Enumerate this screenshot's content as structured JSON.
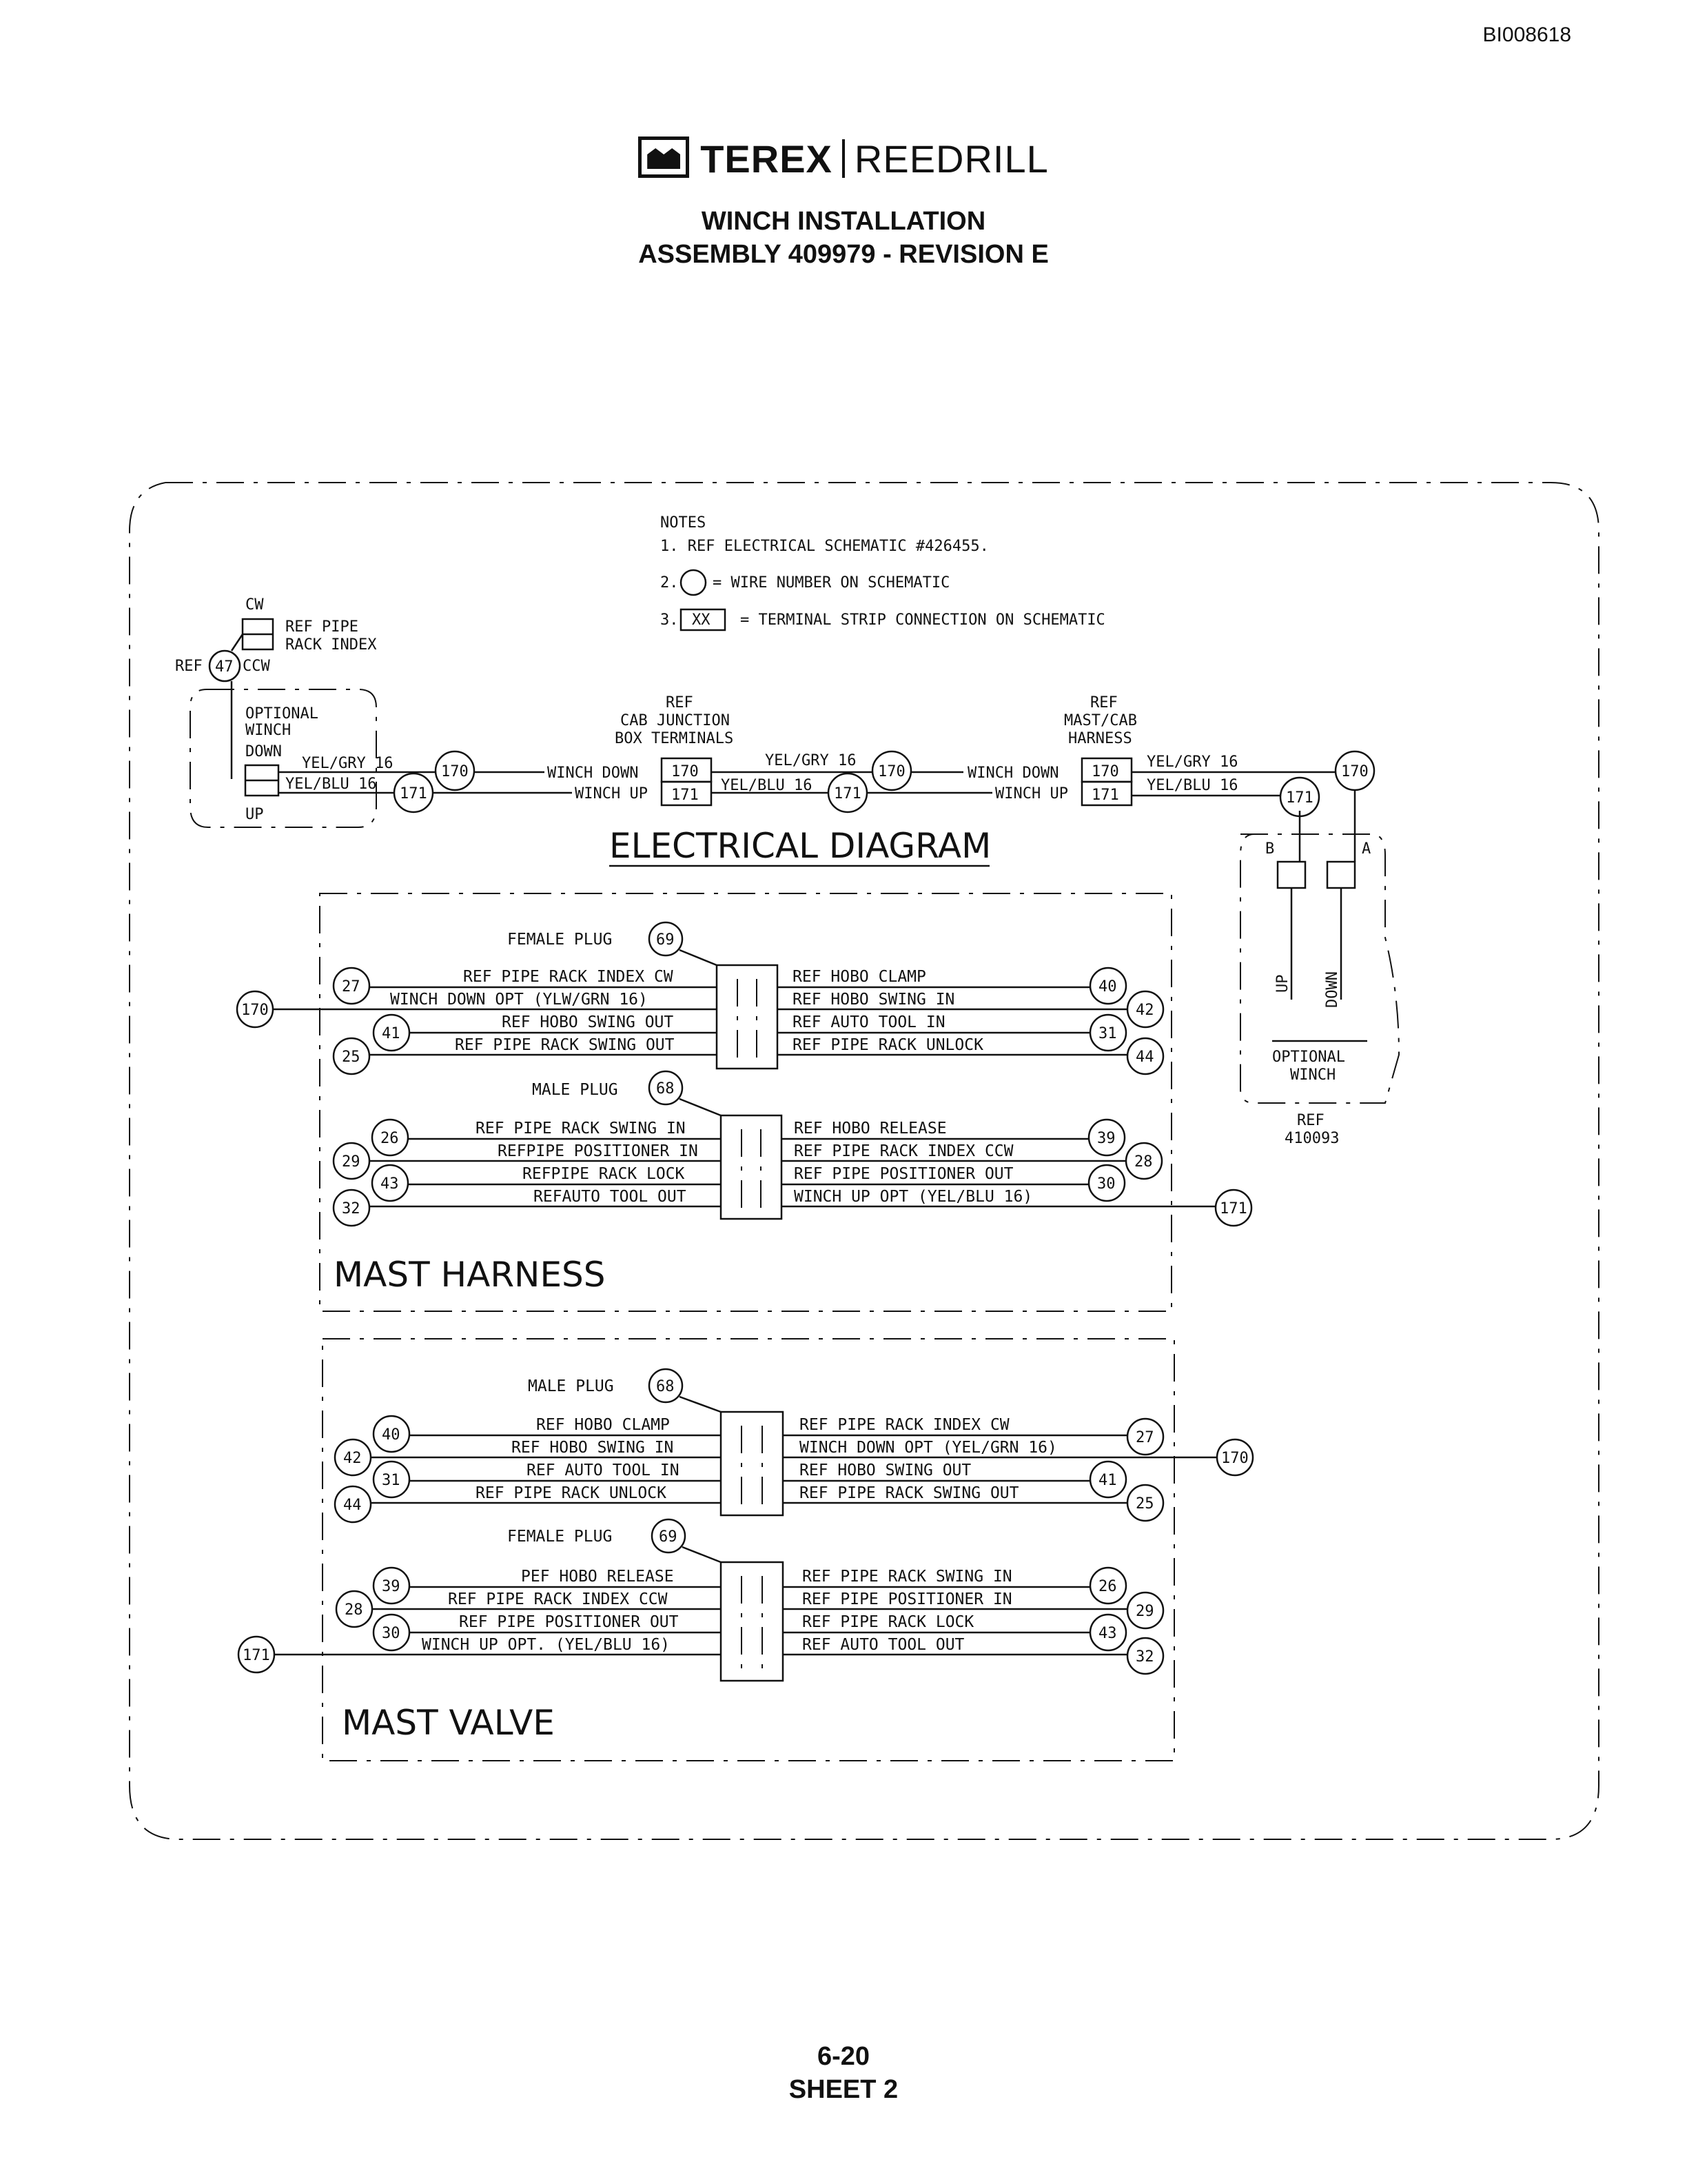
{
  "doc_id": "BI008618",
  "brand": {
    "left": "TEREX",
    "right": "REEDRILL"
  },
  "title": {
    "line1": "WINCH INSTALLATION",
    "line2": "ASSEMBLY 409979 - REVISION E"
  },
  "notes": {
    "heading": "NOTES",
    "n1": "1. REF ELECTRICAL SCHEMATIC #426455.",
    "n2_num": "2.",
    "n2": "= WIRE NUMBER ON SCHEMATIC",
    "n3_num": "3.",
    "n3_box": "XX",
    "n3": "= TERMINAL STRIP CONNECTION ON SCHEMATIC"
  },
  "switch": {
    "cw": "CW",
    "ref_pipe": "REF PIPE",
    "rack_index": "RACK INDEX",
    "ref": "REF",
    "num": "47",
    "ccw": "CCW"
  },
  "optional_winch_left": {
    "l1": "OPTIONAL",
    "l2": "WINCH",
    "l3": "DOWN",
    "up": "UP",
    "wire_gry": "YEL/GRY 16",
    "wire_blu": "YEL/BLU 16"
  },
  "cab_junction": {
    "l1": "REF",
    "l2": "CAB JUNCTION",
    "l3": "BOX TERMINALS"
  },
  "mast_cab": {
    "l1": "REF",
    "l2": "MAST/CAB",
    "l3": "HARNESS"
  },
  "wires": {
    "w170": "170",
    "w171": "171",
    "winch_down": "WINCH DOWN",
    "winch_up": "WINCH UP",
    "yel_gry": "YEL/GRY 16",
    "yel_blu": "YEL/BLU 16"
  },
  "electrical_diagram": "ELECTRICAL DIAGRAM",
  "optional_winch_right": {
    "b": "B",
    "a": "A",
    "up": "UP",
    "down": "DOWN",
    "l1": "OPTIONAL",
    "l2": "WINCH",
    "ref": "REF",
    "ref_num": "410093"
  },
  "mast_harness": {
    "title": "MAST HARNESS",
    "female_plug": "FEMALE PLUG",
    "female_num": "69",
    "male_plug": "MALE PLUG",
    "male_num": "68",
    "f_left": [
      "REF PIPE RACK INDEX CW",
      "WINCH DOWN OPT (YLW/GRN 16)",
      "REF HOBO SWING OUT",
      "REF PIPE RACK SWING OUT"
    ],
    "f_left_nums": [
      "27",
      "41",
      "25"
    ],
    "f_right": [
      "REF HOBO CLAMP",
      "REF HOBO SWING IN",
      "REF AUTO TOOL IN",
      "REF PIPE RACK UNLOCK"
    ],
    "f_right_nums": [
      "40",
      "42",
      "31",
      "44"
    ],
    "m_left": [
      "REF PIPE RACK SWING IN",
      "REFPIPE POSITIONER IN",
      "REFPIPE RACK LOCK",
      "REFAUTO TOOL OUT"
    ],
    "m_left_nums": [
      "26",
      "29",
      "43",
      "32"
    ],
    "m_right": [
      "REF HOBO RELEASE",
      "REF PIPE RACK INDEX CCW",
      "REF PIPE POSITIONER OUT",
      "WINCH UP OPT (YEL/BLU 16)"
    ],
    "m_right_nums": [
      "39",
      "28",
      "30"
    ]
  },
  "mast_valve": {
    "title": "MAST VALVE",
    "male_plug": "MALE PLUG",
    "male_num": "68",
    "female_plug": "FEMALE PLUG",
    "female_num": "69",
    "m_left": [
      "REF HOBO CLAMP",
      "REF HOBO SWING IN",
      "REF AUTO TOOL IN",
      "REF PIPE RACK UNLOCK"
    ],
    "m_left_nums": [
      "40",
      "42",
      "31",
      "44"
    ],
    "m_right": [
      "REF PIPE RACK INDEX CW",
      "WINCH DOWN OPT (YEL/GRN 16)",
      "REF HOBO SWING OUT",
      "REF PIPE RACK SWING OUT"
    ],
    "m_right_nums": [
      "27",
      "41",
      "25"
    ],
    "f_left": [
      "PEF HOBO RELEASE",
      "REF PIPE RACK INDEX CCW",
      "REF PIPE POSITIONER OUT",
      "WINCH UP OPT. (YEL/BLU 16)"
    ],
    "f_left_nums": [
      "39",
      "28",
      "30"
    ],
    "f_right": [
      "REF PIPE RACK SWING IN",
      "REF PIPE POSITIONER IN",
      "REF PIPE RACK LOCK",
      "REF AUTO TOOL OUT"
    ],
    "f_right_nums": [
      "26",
      "29",
      "43",
      "32"
    ]
  },
  "footer": {
    "page": "6-20",
    "sheet": "SHEET 2"
  }
}
